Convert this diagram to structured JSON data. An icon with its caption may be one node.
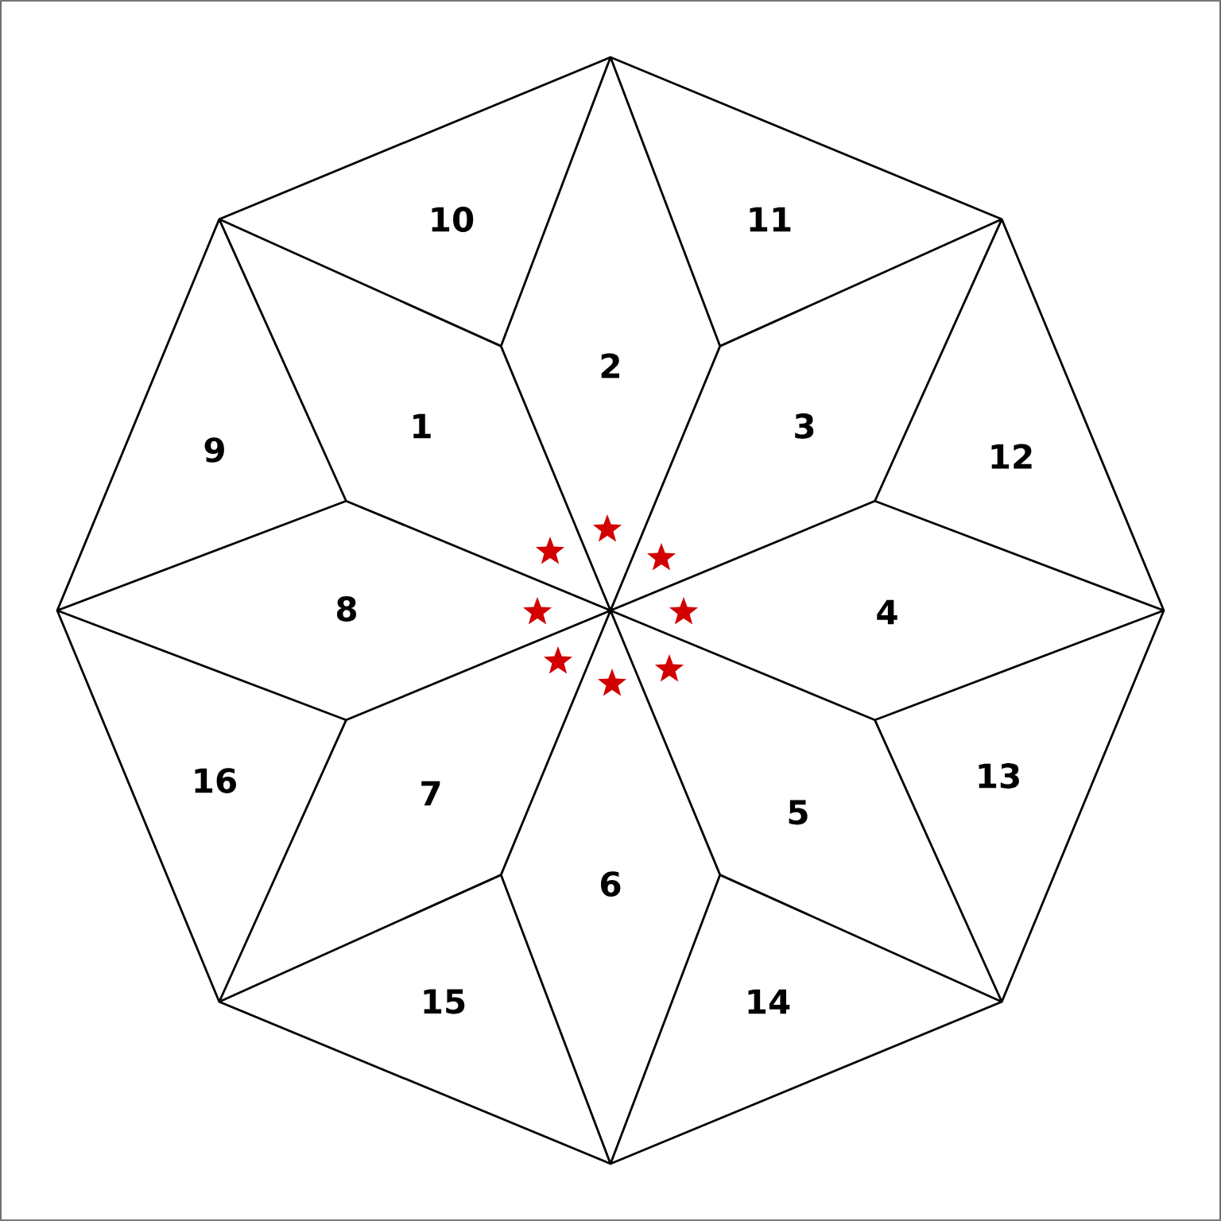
{
  "diagram": {
    "labels": [
      "10",
      "11",
      "2",
      "1",
      "3",
      "9",
      "12",
      "8",
      "4",
      "16",
      "7",
      "5",
      "13",
      "6",
      "15",
      "14"
    ]
  }
}
